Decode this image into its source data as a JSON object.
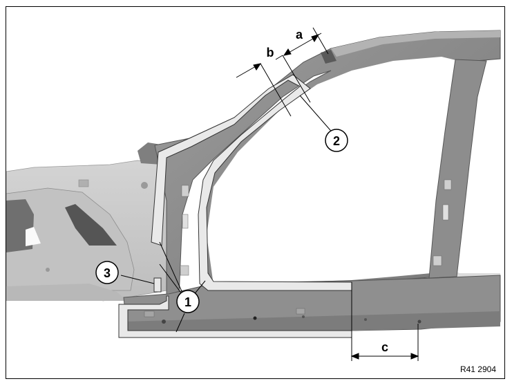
{
  "figure": {
    "reference": "R41 2904",
    "callouts": {
      "c1": "1",
      "c2": "2",
      "c3": "3"
    },
    "dimensions": {
      "a": "a",
      "b": "b",
      "c": "c"
    },
    "colors": {
      "panel_dark": "#8a8a8a",
      "panel_mid": "#a9a9a9",
      "panel_light": "#c9c9c9",
      "outline_fill": "#e6e6e6",
      "line": "#000000"
    }
  }
}
